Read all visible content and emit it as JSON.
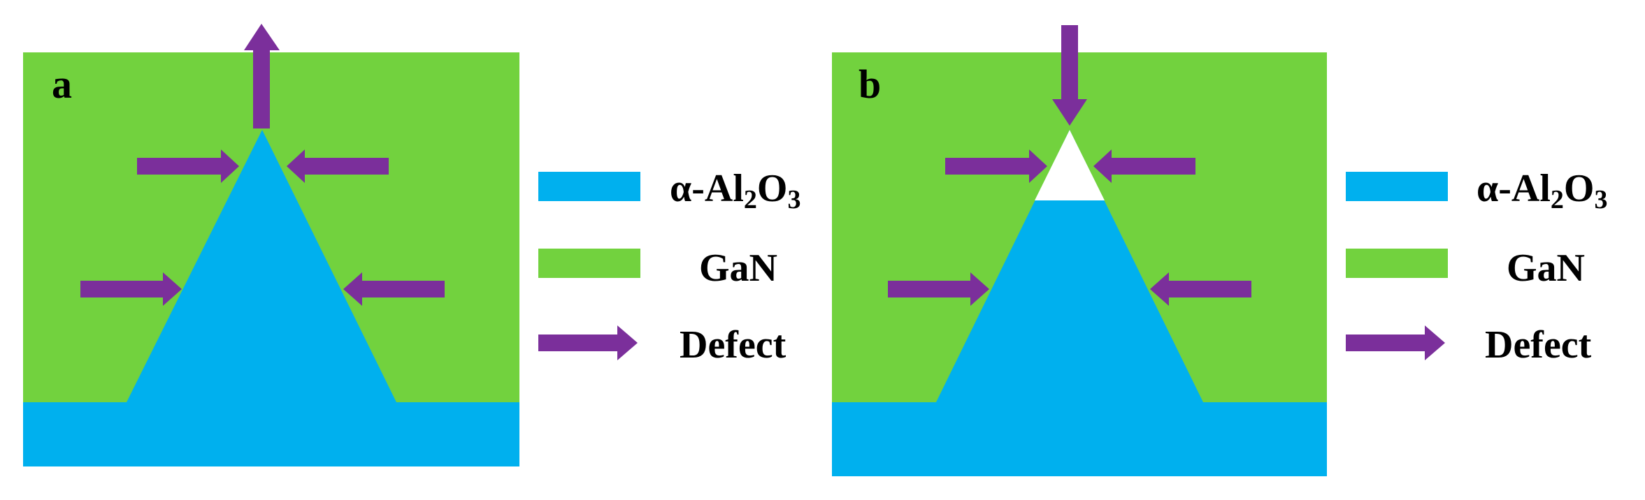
{
  "colors": {
    "gan": "#72D23E",
    "sapphire": "#00B0EE",
    "defect_arrow": "#7B2F9B",
    "void": "#FFFFFF"
  },
  "panels": [
    {
      "label": "a"
    },
    {
      "label": "b"
    }
  ],
  "legend": {
    "sapphire_prefix": "α-Al",
    "sapphire_sub1": "2",
    "sapphire_mid": "O",
    "sapphire_sub2": "3",
    "gan": "GaN",
    "defect": "Defect"
  }
}
